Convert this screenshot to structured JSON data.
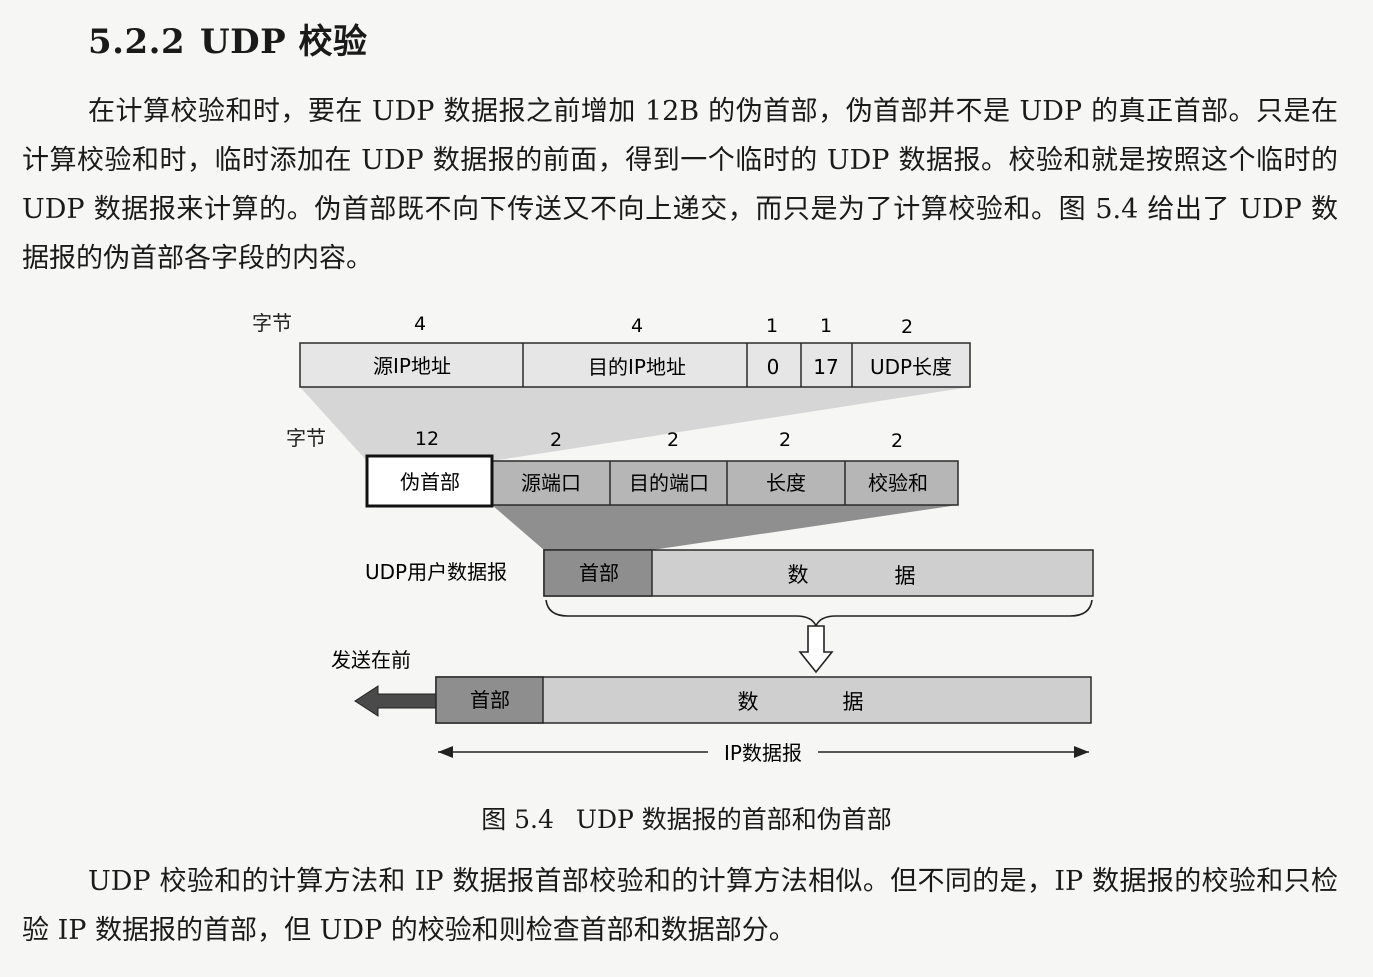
{
  "section": {
    "number": "5.2.2",
    "title": "UDP 校验"
  },
  "paragraph1": "在计算校验和时，要在 UDP 数据报之前增加 12B 的伪首部，伪首部并不是 UDP 的真正首部。只是在计算校验和时，临时添加在 UDP 数据报的前面，得到一个临时的 UDP 数据报。校验和就是按照这个临时的 UDP 数据报来计算的。伪首部既不向下传送又不向上递交，而只是为了计算校验和。图 5.4 给出了 UDP 数据报的伪首部各字段的内容。",
  "figure": {
    "pseudo_header": {
      "bytes_label": "字节",
      "sizes": [
        "4",
        "4",
        "1",
        "1",
        "2"
      ],
      "fields": [
        "源IP地址",
        "目的IP地址",
        "0",
        "17",
        "UDP长度"
      ]
    },
    "udp_header": {
      "bytes_label": "字节",
      "sizes": [
        "12",
        "2",
        "2",
        "2",
        "2"
      ],
      "fields": [
        "伪首部",
        "源端口",
        "目的端口",
        "长度",
        "校验和"
      ]
    },
    "udp_datagram": {
      "label": "UDP用户数据报",
      "header": "首部",
      "data_chars": [
        "数",
        "据"
      ]
    },
    "ip_datagram": {
      "send_first": "发送在前",
      "header": "首部",
      "data_chars": [
        "数",
        "据"
      ],
      "label": "IP数据报"
    },
    "caption_num": "图 5.4",
    "caption_text": "UDP 数据报的首部和伪首部"
  },
  "paragraph2": "UDP 校验和的计算方法和 IP 数据报首部校验和的计算方法相似。但不同的是，IP 数据报的校验和只检验 IP 数据报的首部，但 UDP 的校验和则检查首部和数据部分。",
  "colors": {
    "light_gray": "#e4e4e4",
    "mid_gray": "#b4b4b4",
    "dark_gray": "#8c8c8c",
    "line": "#2a2a2a"
  }
}
